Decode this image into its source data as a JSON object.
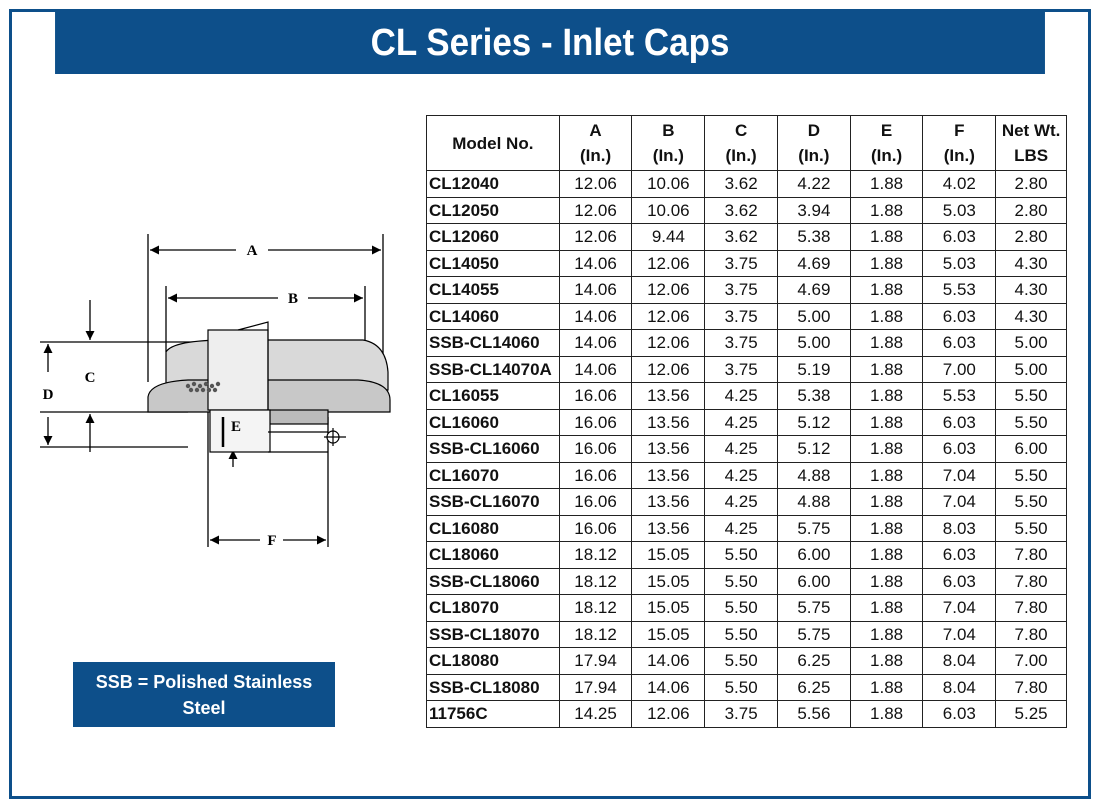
{
  "title": "CL Series - Inlet Caps",
  "ssb_note": "SSB = Polished Stainless Steel",
  "diagram": {
    "labels": {
      "A": "A",
      "B": "B",
      "C": "C",
      "D": "D",
      "E": "E",
      "F": "F"
    }
  },
  "table": {
    "headers": [
      {
        "top": "Model No.",
        "bottom": ""
      },
      {
        "top": "A",
        "bottom": "(In.)"
      },
      {
        "top": "B",
        "bottom": "(In.)"
      },
      {
        "top": "C",
        "bottom": "(In.)"
      },
      {
        "top": "D",
        "bottom": "(In.)"
      },
      {
        "top": "E",
        "bottom": "(In.)"
      },
      {
        "top": "F",
        "bottom": "(In.)"
      },
      {
        "top": "Net Wt.",
        "bottom": "LBS"
      }
    ],
    "rows": [
      [
        "CL12040",
        "12.06",
        "10.06",
        "3.62",
        "4.22",
        "1.88",
        "4.02",
        "2.80"
      ],
      [
        "CL12050",
        "12.06",
        "10.06",
        "3.62",
        "3.94",
        "1.88",
        "5.03",
        "2.80"
      ],
      [
        "CL12060",
        "12.06",
        "9.44",
        "3.62",
        "5.38",
        "1.88",
        "6.03",
        "2.80"
      ],
      [
        "CL14050",
        "14.06",
        "12.06",
        "3.75",
        "4.69",
        "1.88",
        "5.03",
        "4.30"
      ],
      [
        "CL14055",
        "14.06",
        "12.06",
        "3.75",
        "4.69",
        "1.88",
        "5.53",
        "4.30"
      ],
      [
        "CL14060",
        "14.06",
        "12.06",
        "3.75",
        "5.00",
        "1.88",
        "6.03",
        "4.30"
      ],
      [
        "SSB-CL14060",
        "14.06",
        "12.06",
        "3.75",
        "5.00",
        "1.88",
        "6.03",
        "5.00"
      ],
      [
        "SSB-CL14070A",
        "14.06",
        "12.06",
        "3.75",
        "5.19",
        "1.88",
        "7.00",
        "5.00"
      ],
      [
        "CL16055",
        "16.06",
        "13.56",
        "4.25",
        "5.38",
        "1.88",
        "5.53",
        "5.50"
      ],
      [
        "CL16060",
        "16.06",
        "13.56",
        "4.25",
        "5.12",
        "1.88",
        "6.03",
        "5.50"
      ],
      [
        "SSB-CL16060",
        "16.06",
        "13.56",
        "4.25",
        "5.12",
        "1.88",
        "6.03",
        "6.00"
      ],
      [
        "CL16070",
        "16.06",
        "13.56",
        "4.25",
        "4.88",
        "1.88",
        "7.04",
        "5.50"
      ],
      [
        "SSB-CL16070",
        "16.06",
        "13.56",
        "4.25",
        "4.88",
        "1.88",
        "7.04",
        "5.50"
      ],
      [
        "CL16080",
        "16.06",
        "13.56",
        "4.25",
        "5.75",
        "1.88",
        "8.03",
        "5.50"
      ],
      [
        "CL18060",
        "18.12",
        "15.05",
        "5.50",
        "6.00",
        "1.88",
        "6.03",
        "7.80"
      ],
      [
        "SSB-CL18060",
        "18.12",
        "15.05",
        "5.50",
        "6.00",
        "1.88",
        "6.03",
        "7.80"
      ],
      [
        "CL18070",
        "18.12",
        "15.05",
        "5.50",
        "5.75",
        "1.88",
        "7.04",
        "7.80"
      ],
      [
        "SSB-CL18070",
        "18.12",
        "15.05",
        "5.50",
        "5.75",
        "1.88",
        "7.04",
        "7.80"
      ],
      [
        "CL18080",
        "17.94",
        "14.06",
        "5.50",
        "6.25",
        "1.88",
        "8.04",
        "7.00"
      ],
      [
        "SSB-CL18080",
        "17.94",
        "14.06",
        "5.50",
        "6.25",
        "1.88",
        "8.04",
        "7.80"
      ],
      [
        "11756C",
        "14.25",
        "12.06",
        "3.75",
        "5.56",
        "1.88",
        "6.03",
        "5.25"
      ]
    ]
  },
  "colors": {
    "brand_blue": "#0d4f8a"
  }
}
